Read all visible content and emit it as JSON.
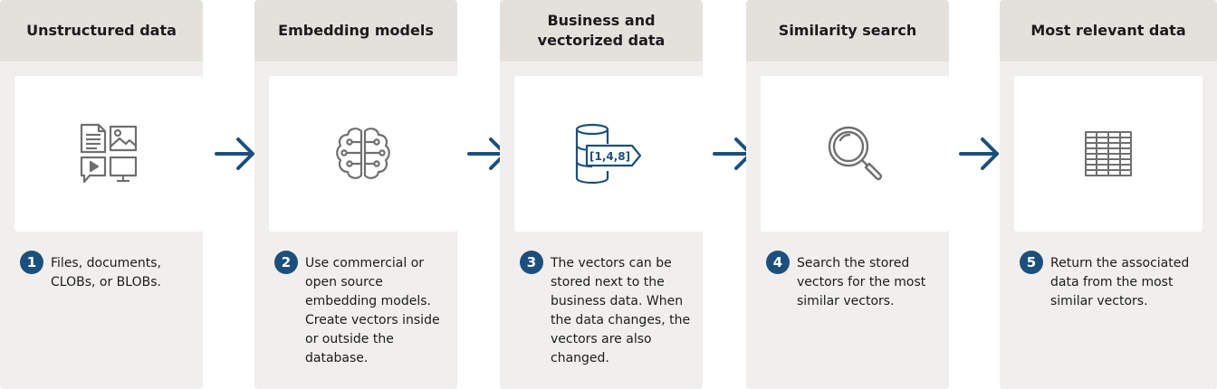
{
  "steps": [
    {
      "number": "1",
      "title": "Unstructured data",
      "icon": "unstructured-data-icon",
      "text": "Files, documents, CLOBs, or BLOBs."
    },
    {
      "number": "2",
      "title": "Embedding models",
      "icon": "brain-circuit-icon",
      "text": "Use commercial or open source embedding models. Create vectors inside or outside the database."
    },
    {
      "number": "3",
      "title": "Business and\nvectorized data",
      "icon": "database-vector-icon",
      "vector_label": "[1,4,8]",
      "text": "The vectors can be stored next to the business data. When the data changes, the vectors are also changed."
    },
    {
      "number": "4",
      "title": "Similarity search",
      "icon": "magnifier-icon",
      "text": "Search the stored vectors for the most similar vectors."
    },
    {
      "number": "5",
      "title": "Most relevant data",
      "icon": "table-grid-icon",
      "text": "Return the associated data from the most similar vectors."
    }
  ],
  "colors": {
    "arrow": "#1d4f7c",
    "badge": "#1d4f7c",
    "icon_gray": "#6f6f6f",
    "icon_blue": "#1d4f7c",
    "header_bg": "#e4e1dd",
    "column_bg": "#f1efed"
  }
}
